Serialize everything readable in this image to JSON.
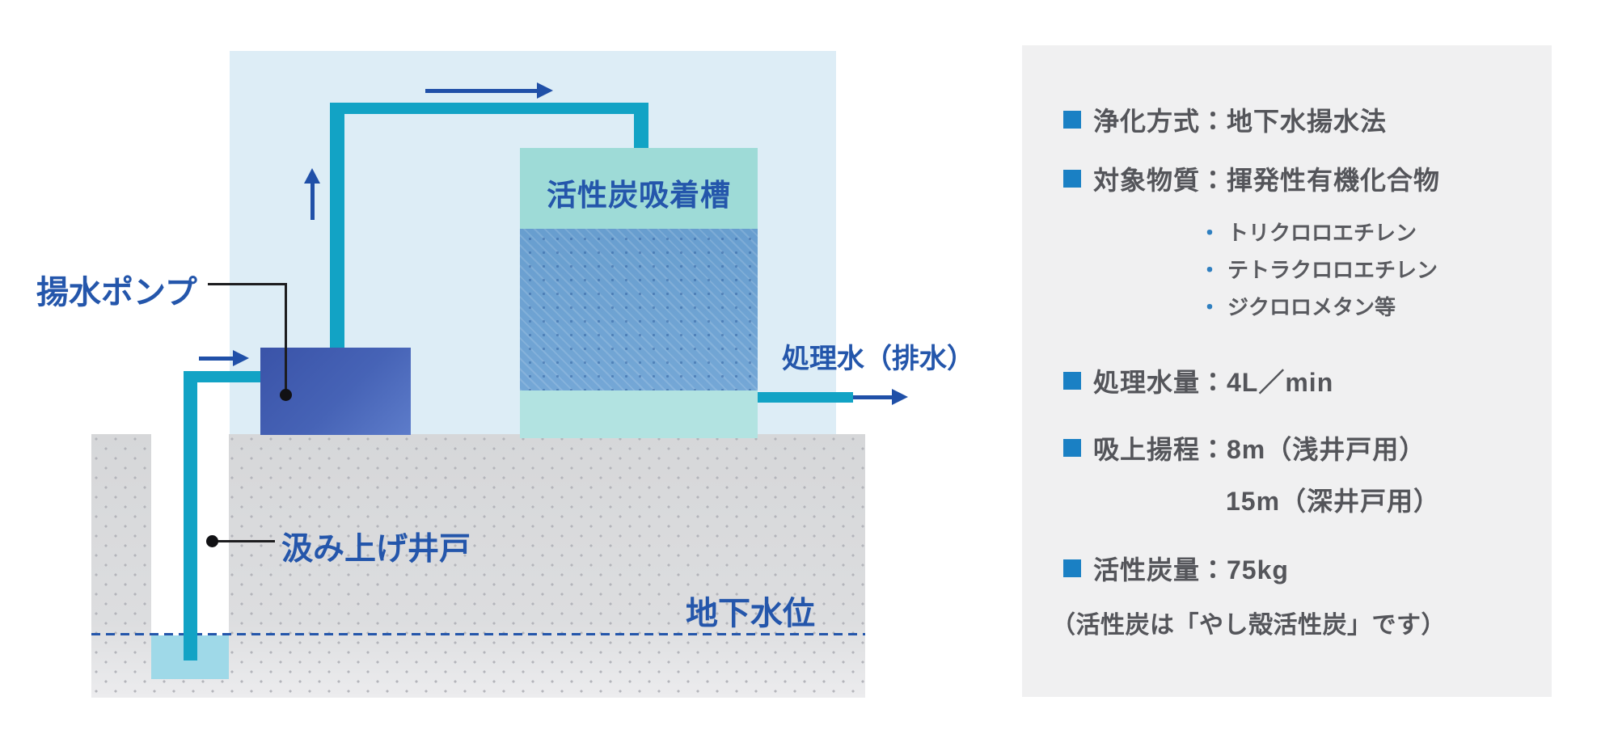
{
  "diagram": {
    "pump_label": "揚水ポンプ",
    "well_label": "汲み上げ井戸",
    "water_table_label": "地下水位",
    "tank_label": "活性炭吸着槽",
    "outflow_label": "処理水（排水）"
  },
  "panel": {
    "items": [
      {
        "text": "浄化方式：地下水揚水法"
      },
      {
        "text": "対象物質：揮発性有機化合物"
      },
      {
        "text": "トリクロロエチレン"
      },
      {
        "text": "テトラクロロエチレン"
      },
      {
        "text": "ジクロロメタン等"
      },
      {
        "text": "処理水量：4L／min"
      },
      {
        "text": "吸上揚程：8m（浅井戸用）"
      },
      {
        "text": "15m（深井戸用）"
      },
      {
        "text": "活性炭量：75kg"
      },
      {
        "text": "（活性炭は「やし殻活性炭」です）"
      }
    ],
    "sub_bullet_glyph": "・"
  },
  "colors": {
    "diagram_background": "#ddedf6",
    "pipe_teal": "#12a3c5",
    "pump_blue_dark": "#3a53a8",
    "pump_blue_light": "#5d7cca",
    "tank_aqua": "#9edbd7",
    "tank_carbon_blue": "#6fa3d2",
    "ground_gray": "#d9dadc",
    "well_water": "#9fd9e8",
    "label_blue": "#2456ab",
    "arrow_blue": "#2050a8",
    "panel_background": "#f0f0f1",
    "panel_text": "#54555a",
    "panel_bullet": "#1a80c4"
  }
}
